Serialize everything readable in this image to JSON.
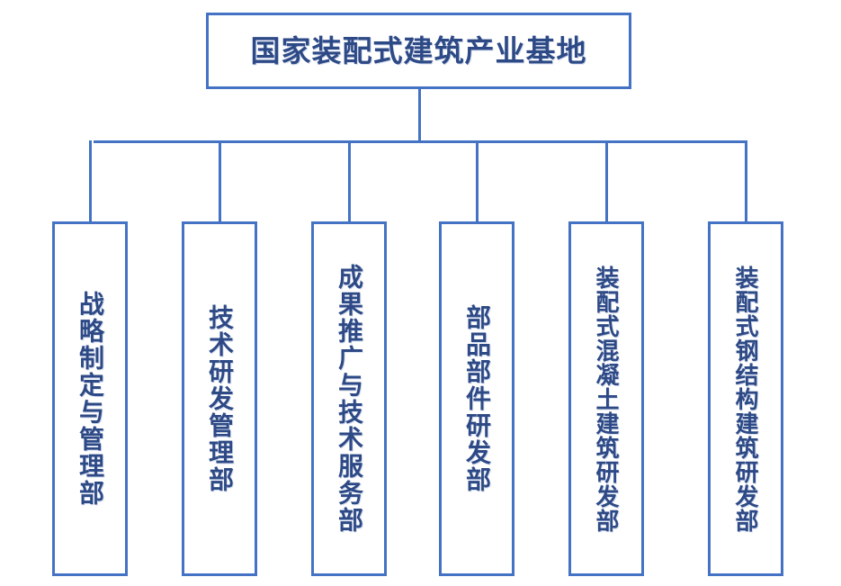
{
  "diagram": {
    "type": "organization-chart",
    "orientation": "top-down",
    "levels": 2,
    "colors": {
      "line": "#4472C4",
      "text": "#2E4A86",
      "background": "#FFFFFF"
    },
    "root": {
      "label": "国家装配式建筑产业基地",
      "char_count": 11
    },
    "children": [
      {
        "label": "战略制定与管理部",
        "char_count": 8
      },
      {
        "label": "技术研发管理部",
        "char_count": 7
      },
      {
        "label": "成果推广与技术服务部",
        "char_count": 10
      },
      {
        "label": "部品部件研发部",
        "char_count": 7
      },
      {
        "label": "装配式混凝土建筑研发部",
        "char_count": 11
      },
      {
        "label": "装配式钢结构建筑研发部",
        "char_count": 11
      }
    ]
  }
}
